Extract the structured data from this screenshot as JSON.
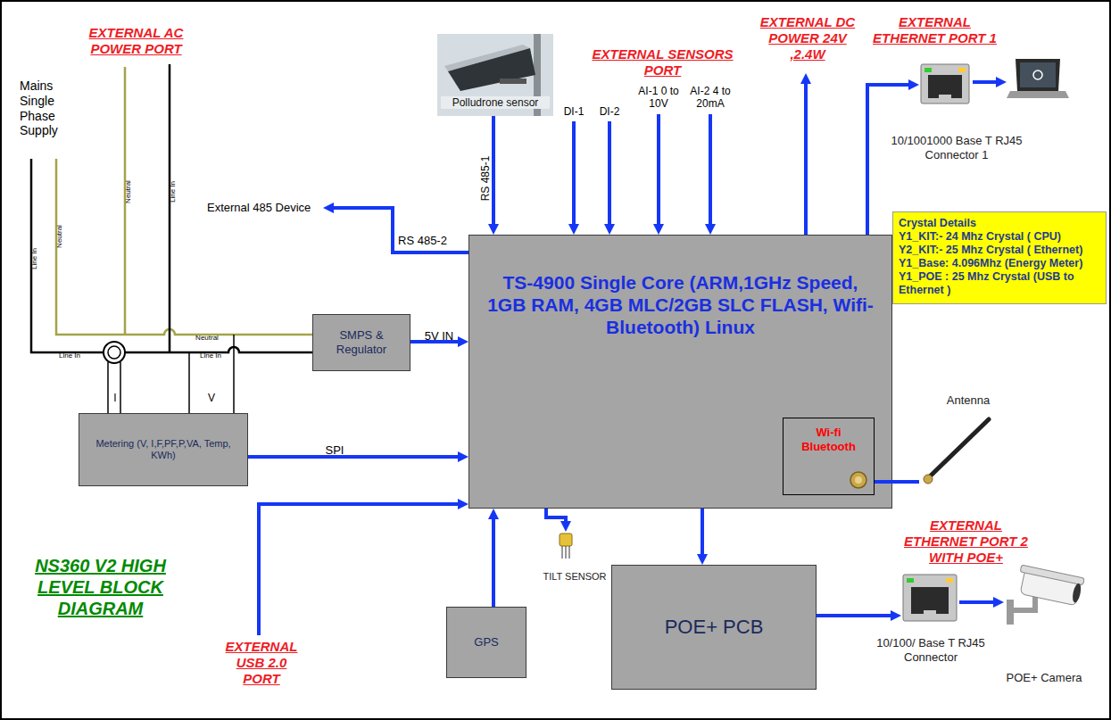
{
  "diagram": {
    "title": "NS360 V2 HIGH LEVEL BLOCK DIAGRAM",
    "nodes": [
      {
        "text": [
          "Polludrone sensor"
        ]
      },
      {
        "text": [
          "SMPS & Regulator"
        ]
      },
      {
        "text": [
          "TS-4900 Single Core (ARM,1GHz Speed, 1GB RAM, 4GB MLC/2GB SLC FLASH, Wifi- Bluetooth) Linux"
        ]
      },
      {
        "text": [
          "Wi-fi Bluetooth"
        ],
        "in": 2
      },
      {
        "text": [
          "Crystal Details",
          "Y1_KIT:- 24 Mhz Crystal ( CPU)",
          "Y2_KIT:- 25 Mhz Crystal ( Ethernet)",
          "Y1_Base: 4.096Mhz (Energy Meter)",
          "Y1_POE : 25 Mhz Crystal (USB to Ethernet )"
        ]
      },
      {
        "text": [
          "10/1001000 Base T RJ45 Connector 1"
        ]
      },
      {
        "text": [
          "Metering (V, I,F,PF,P,VA, Temp, KWh)"
        ]
      },
      {
        "text": [
          "Antenna"
        ]
      },
      {
        "text": [
          "TILT SENSOR"
        ]
      },
      {
        "text": [
          "GPS"
        ]
      },
      {
        "text": [
          "POE+ PCB"
        ]
      },
      {
        "text": [
          "10/100/ Base T RJ45 Connector"
        ]
      },
      {
        "text": [
          "POE+ Camera"
        ]
      }
    ],
    "edges": [
      {
        "from": 0,
        "to": 2,
        "arrow": "to",
        "label": "RS 485-1"
      },
      {
        "from": 1,
        "to": 2,
        "arrow": "to",
        "label": "5V IN"
      },
      {
        "from": 6,
        "to": 2,
        "arrow": "to",
        "label": "SPI"
      },
      {
        "from": 2,
        "to": 5,
        "arrow": "to"
      },
      {
        "from": 3,
        "to": 7,
        "arrow": "none"
      },
      {
        "from": 2,
        "to": 8,
        "arrow": "to"
      },
      {
        "from": 9,
        "to": 2,
        "arrow": "to"
      },
      {
        "from": 2,
        "to": 10,
        "arrow": "to"
      },
      {
        "from": 10,
        "to": 11,
        "arrow": "to"
      },
      {
        "from": 11,
        "to": 12,
        "arrow": "to"
      }
    ],
    "labels": [
      "EXTERNAL AC POWER PORT",
      "Mains Single Phase Supply",
      "EXTERNAL SENSORS PORT",
      "DI-1",
      "DI-2",
      "AI-1 0 to 10V",
      "AI-2 4 to 20mA",
      "EXTERNAL DC POWER 24V ,2.4W",
      "EXTERNAL ETHERNET PORT 1",
      "External 485 Device",
      "RS 485-2",
      "Neutral",
      "Neutral",
      "Neutral",
      "Line In",
      "Line In",
      "Line In",
      "Line In",
      "I",
      "V",
      "EXTERNAL USB 2.0 PORT",
      "EXTERNAL ETHERNET PORT 2 WITH POE+"
    ]
  }
}
